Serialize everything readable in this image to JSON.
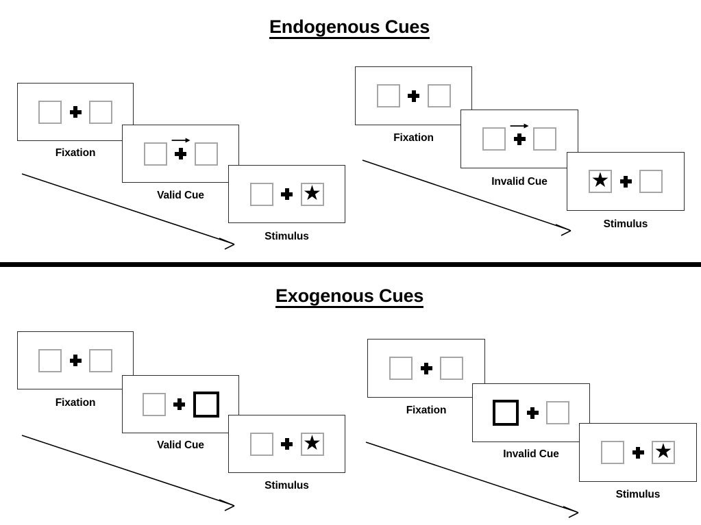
{
  "figure": {
    "background": "#ffffff",
    "divider_color": "#000000",
    "box_border_color": "#a6a6a6",
    "cue_box_border_color": "#000000",
    "frame_border_color": "#2b2b2b"
  },
  "sections": [
    {
      "id": "endogenous",
      "title": "Endogenous Cues",
      "conditions": [
        {
          "id": "endogenous-valid",
          "frames": [
            {
              "label": "Fixation",
              "left_box": {
                "content": "empty",
                "highlight": "none"
              },
              "right_box": {
                "content": "empty",
                "highlight": "none"
              },
              "center": "plus",
              "cue_arrow": "none"
            },
            {
              "label": "Valid Cue",
              "left_box": {
                "content": "empty",
                "highlight": "none"
              },
              "right_box": {
                "content": "empty",
                "highlight": "none"
              },
              "center": "plus",
              "cue_arrow": "right-arrow-icon"
            },
            {
              "label": "Stimulus",
              "left_box": {
                "content": "empty",
                "highlight": "none"
              },
              "right_box": {
                "content": "star",
                "highlight": "none"
              },
              "center": "plus",
              "cue_arrow": "none"
            }
          ]
        },
        {
          "id": "endogenous-invalid",
          "frames": [
            {
              "label": "Fixation",
              "left_box": {
                "content": "empty",
                "highlight": "none"
              },
              "right_box": {
                "content": "empty",
                "highlight": "none"
              },
              "center": "plus",
              "cue_arrow": "none"
            },
            {
              "label": "Invalid Cue",
              "left_box": {
                "content": "empty",
                "highlight": "none"
              },
              "right_box": {
                "content": "empty",
                "highlight": "none"
              },
              "center": "plus",
              "cue_arrow": "right-arrow-icon"
            },
            {
              "label": "Stimulus",
              "left_box": {
                "content": "star",
                "highlight": "none"
              },
              "right_box": {
                "content": "empty",
                "highlight": "none"
              },
              "center": "plus",
              "cue_arrow": "none"
            }
          ]
        }
      ]
    },
    {
      "id": "exogenous",
      "title": "Exogenous Cues",
      "conditions": [
        {
          "id": "exogenous-valid",
          "frames": [
            {
              "label": "Fixation",
              "left_box": {
                "content": "empty",
                "highlight": "none"
              },
              "right_box": {
                "content": "empty",
                "highlight": "none"
              },
              "center": "plus",
              "cue_arrow": "none"
            },
            {
              "label": "Valid Cue",
              "left_box": {
                "content": "empty",
                "highlight": "none"
              },
              "right_box": {
                "content": "empty",
                "highlight": "thick-black-border"
              },
              "center": "plus",
              "cue_arrow": "none"
            },
            {
              "label": "Stimulus",
              "left_box": {
                "content": "empty",
                "highlight": "none"
              },
              "right_box": {
                "content": "star",
                "highlight": "none"
              },
              "center": "plus",
              "cue_arrow": "none"
            }
          ]
        },
        {
          "id": "exogenous-invalid",
          "frames": [
            {
              "label": "Fixation",
              "left_box": {
                "content": "empty",
                "highlight": "none"
              },
              "right_box": {
                "content": "empty",
                "highlight": "none"
              },
              "center": "plus",
              "cue_arrow": "none"
            },
            {
              "label": "Invalid Cue",
              "left_box": {
                "content": "empty",
                "highlight": "thick-black-border"
              },
              "right_box": {
                "content": "empty",
                "highlight": "none"
              },
              "center": "plus",
              "cue_arrow": "none"
            },
            {
              "label": "Stimulus",
              "left_box": {
                "content": "empty",
                "highlight": "none"
              },
              "right_box": {
                "content": "star",
                "highlight": "none"
              },
              "center": "plus",
              "cue_arrow": "none"
            }
          ]
        }
      ]
    }
  ],
  "icons": {
    "star": "★",
    "cue_arrow": "right-arrow-icon",
    "time_arrow": "diagonal-time-arrow-icon"
  }
}
